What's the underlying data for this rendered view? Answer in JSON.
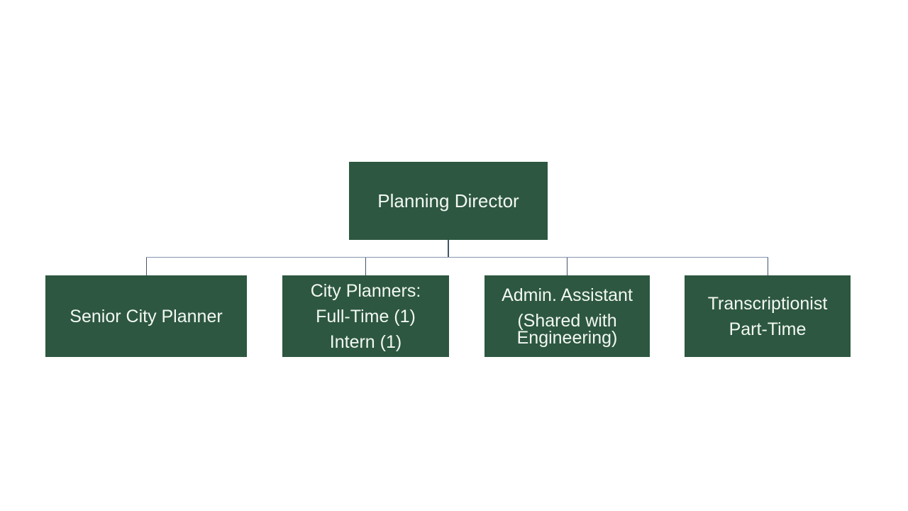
{
  "org_chart": {
    "type": "org-chart",
    "colors": {
      "page_background": "#ffffff",
      "node_fill": "#2d5740",
      "node_text": "#f2f8f2",
      "connector_vertical": "#44546a",
      "connector_horizontal": "#8496b0"
    },
    "nodes": {
      "root": {
        "label": "Planning Director",
        "paragraphs": [
          "Planning Director"
        ]
      },
      "children": [
        {
          "label": "Senior City Planner",
          "paragraphs": [
            "Senior City Planner"
          ]
        },
        {
          "label": "City Planners",
          "paragraphs": [
            "City Planners:",
            "Full-Time (1)",
            "Intern (1)"
          ]
        },
        {
          "label": "Admin. Assistant",
          "paragraphs": [
            "Admin. Assistant",
            "(Shared with Engineering)"
          ]
        },
        {
          "label": "Transcriptionist",
          "paragraphs": [
            "Transcriptionist",
            "Part-Time"
          ]
        }
      ]
    }
  }
}
